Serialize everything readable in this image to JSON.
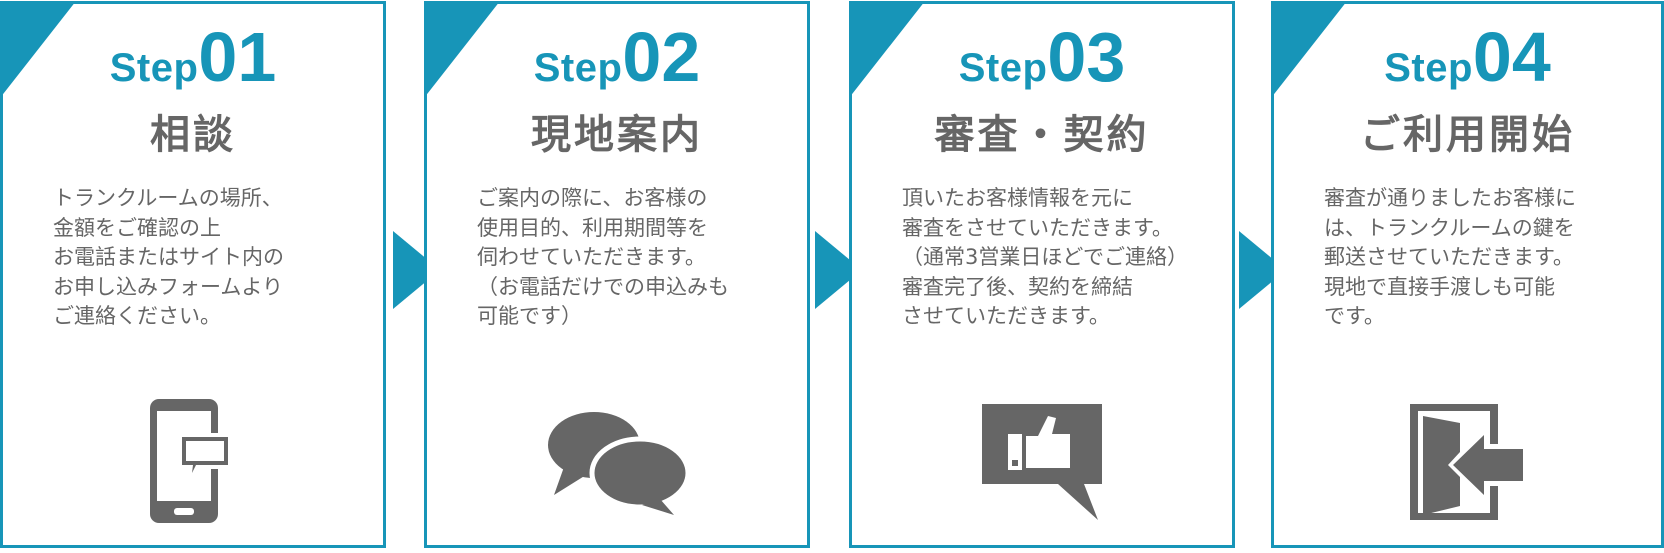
{
  "steps": [
    {
      "word": "Step",
      "number": "01",
      "title": "相談",
      "text": "トランクルームの場所、\n金額をご確認の上\nお電話またはサイト内の\nお申し込みフォームより\nご連絡ください。",
      "icon": "smartphone-chat-icon"
    },
    {
      "word": "Step",
      "number": "02",
      "title": "現地案内",
      "text": "ご案内の際に、お客様の\n使用目的、利用期間等を\n伺わせていただきます。\n（お電話だけでの申込みも\n可能です）",
      "icon": "speech-bubbles-icon"
    },
    {
      "word": "Step",
      "number": "03",
      "title": "審査・契約",
      "text": "頂いたお客様情報を元に\n審査をさせていただきます。\n（通常3営業日ほどでご連絡）\n審査完了後、契約を締結\nさせていただきます。",
      "icon": "thumbs-up-bubble-icon"
    },
    {
      "word": "Step",
      "number": "04",
      "title": "ご利用開始",
      "text": "審査が通りましたお客様に\nは、トランクルームの鍵を\n郵送させていただきます。\n現地で直接手渡しも可能\nです。",
      "icon": "door-enter-icon"
    }
  ],
  "colors": {
    "accent": "#1795b8",
    "text": "#666666"
  }
}
